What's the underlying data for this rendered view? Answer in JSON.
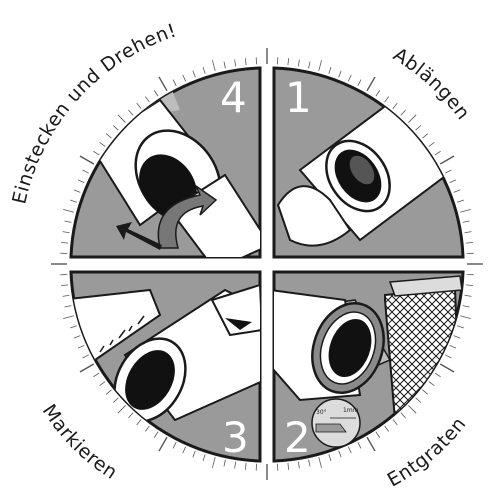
{
  "steps": [
    {
      "number": "1",
      "label": "Ablängen"
    },
    {
      "number": "2",
      "label": "Entgraten"
    },
    {
      "number": "3",
      "label": "Markieren"
    },
    {
      "number": "4",
      "label": "Einstecken und Drehen!"
    }
  ],
  "deburr_angle": "30°",
  "deburr_depth": "1mm",
  "colors": {
    "quadrant_fill": "#9a9a9a",
    "light_fill": "#bdbdbd",
    "pipe_white": "#ffffff",
    "outline": "#1a1a1a"
  }
}
